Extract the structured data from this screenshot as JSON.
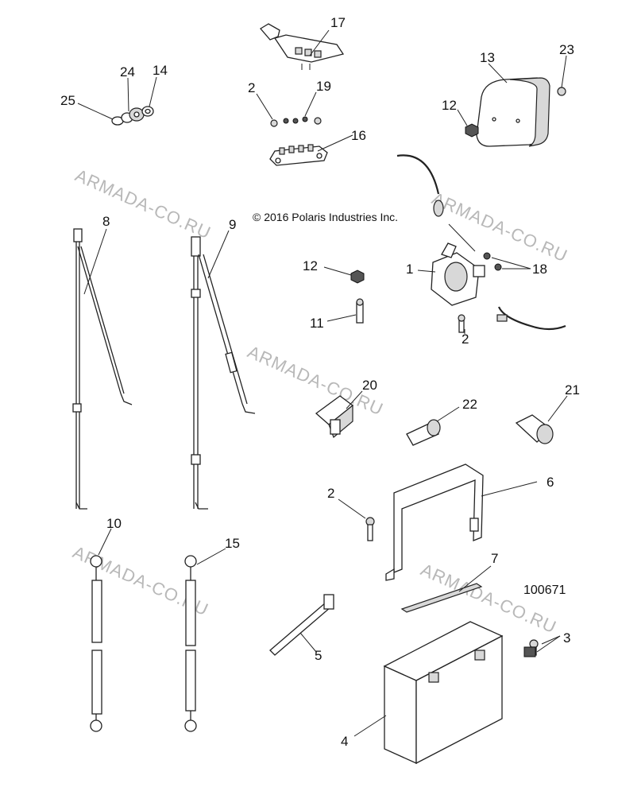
{
  "copyright": "© 2016 Polaris Industries Inc.",
  "doc_number": "100671",
  "watermark": "ARMADA-CO.RU",
  "callouts": [
    "17",
    "24",
    "14",
    "25",
    "2",
    "19",
    "13",
    "23",
    "12",
    "16",
    "8",
    "9",
    "12",
    "1",
    "18",
    "11",
    "2",
    "20",
    "22",
    "21",
    "6",
    "2",
    "10",
    "15",
    "7",
    "3",
    "5",
    "4"
  ]
}
